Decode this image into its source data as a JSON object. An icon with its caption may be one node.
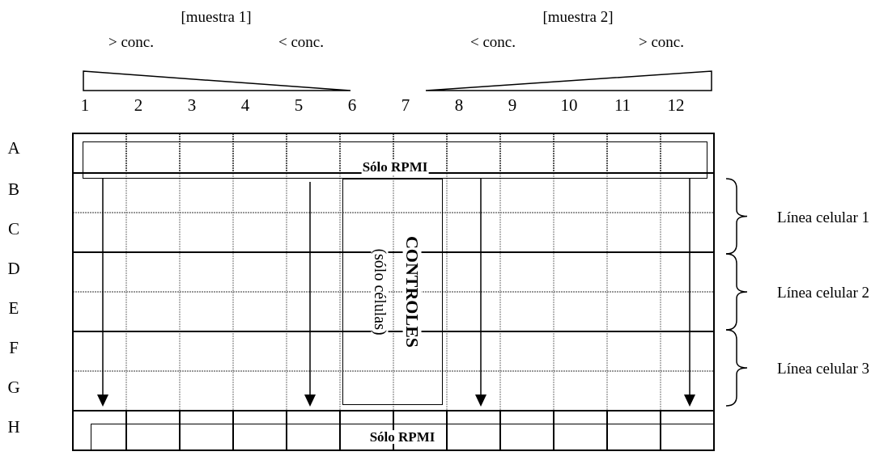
{
  "diagram": {
    "nodes": [
      {
        "text": [
          "Sólo RPMI"
        ]
      },
      {
        "text": [
          "CONTROLES",
          "(sólo células)"
        ]
      },
      {
        "text": [
          "Sólo RPMI"
        ]
      }
    ],
    "labels": [
      "[muestra 1]",
      "[muestra 2]",
      "> conc.",
      "< conc.",
      "< conc.",
      "> conc.",
      "1",
      "2",
      "3",
      "4",
      "5",
      "6",
      "7",
      "8",
      "9",
      "10",
      "11",
      "12",
      "A",
      "B",
      "C",
      "D",
      "E",
      "F",
      "G",
      "H",
      "Línea celular 1",
      "Línea celular 2",
      "Línea celular 3"
    ]
  }
}
